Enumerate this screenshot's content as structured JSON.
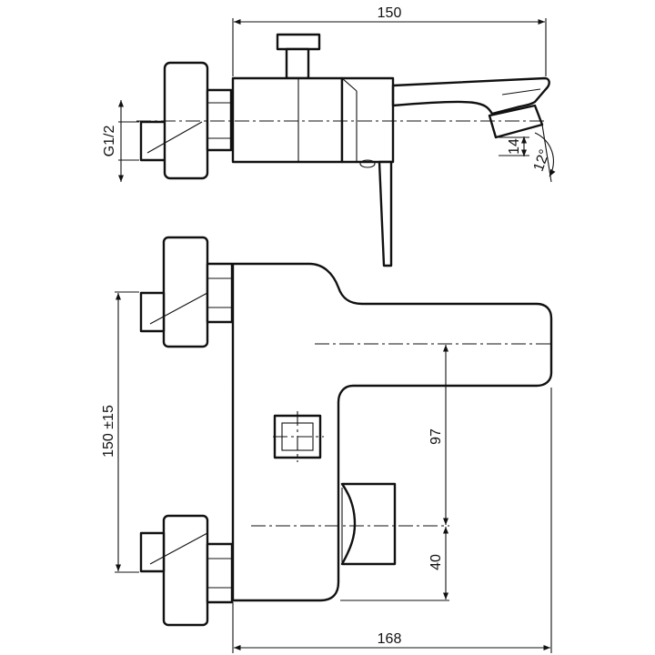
{
  "dimensions": {
    "top_width": "150",
    "thread": "G1/2",
    "spout_height": "14",
    "spout_angle": "12°",
    "centers": "150 ±15",
    "upper_height": "97",
    "lower_height": "40",
    "depth": "168"
  }
}
